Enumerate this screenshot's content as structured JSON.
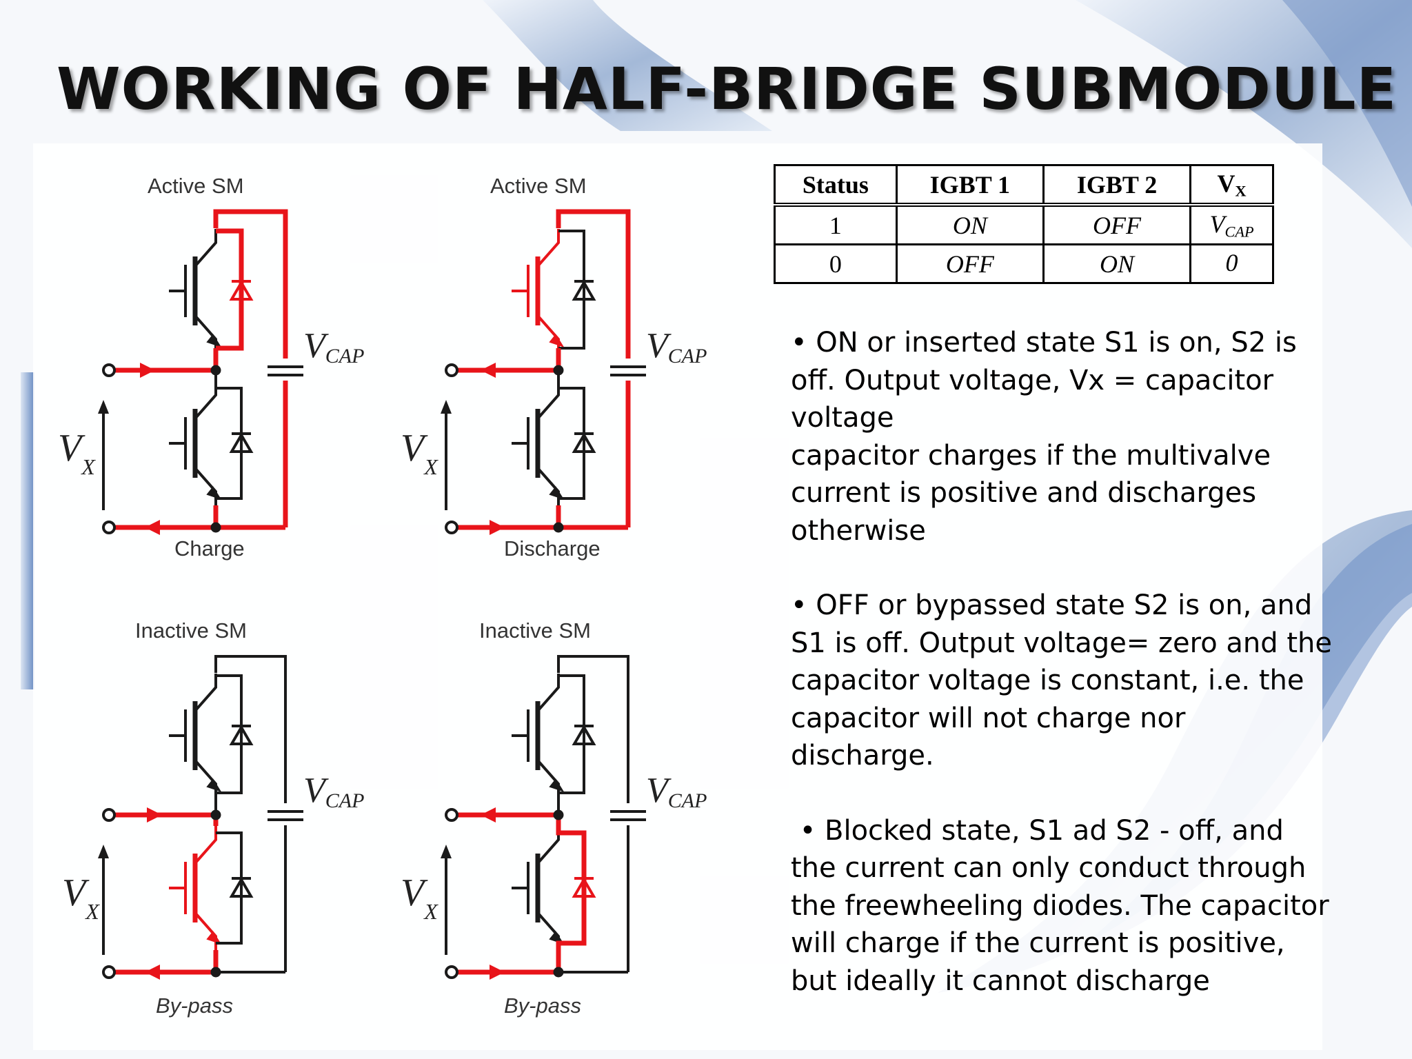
{
  "title": "WORKING OF HALF-BRIDGE SUBMODULE",
  "colors": {
    "conduction_path": "#e8141a",
    "circuit": "#1a1a1a",
    "title": "#111111"
  },
  "diagrams": [
    {
      "header": "Active SM",
      "caption": "Charge",
      "cap_label": "V",
      "cap_sub": "CAP",
      "out_label": "V",
      "out_sub": "X"
    },
    {
      "header": "Active SM",
      "caption": "Discharge",
      "cap_label": "V",
      "cap_sub": "CAP",
      "out_label": "V",
      "out_sub": "X"
    },
    {
      "header": "Inactive SM",
      "caption": "By-pass",
      "cap_label": "V",
      "cap_sub": "CAP",
      "out_label": "V",
      "out_sub": "X"
    },
    {
      "header": "Inactive SM",
      "caption": "By-pass",
      "cap_label": "V",
      "cap_sub": "CAP",
      "out_label": "V",
      "out_sub": "X"
    }
  ],
  "table": {
    "headers": [
      "Status",
      "IGBT 1",
      "IGBT 2",
      "V"
    ],
    "header_sub": "X",
    "rows": [
      {
        "status": "1",
        "igbt1": "ON",
        "igbt2": "OFF",
        "vx": "V",
        "vx_sub": "CAP"
      },
      {
        "status": "0",
        "igbt1": "OFF",
        "igbt2": "ON",
        "vx": "0",
        "vx_sub": ""
      }
    ]
  },
  "description": [
    [
      "• ON or inserted state S1 is on, S2 is",
      "off. Output voltage, Vx = capacitor",
      "voltage",
      "capacitor charges if the multivalve",
      "current is positive and discharges",
      "otherwise"
    ],
    [
      "• OFF or bypassed state S2 is on, and",
      "S1 is off. Output voltage= zero and the",
      "capacitor voltage is constant, i.e. the",
      "capacitor will not charge nor",
      "discharge."
    ],
    [
      " • Blocked state, S1 ad S2 - off, and",
      "the current can only conduct through",
      "the freewheeling diodes. The capacitor",
      "will charge if the current is positive,",
      "but ideally it cannot discharge"
    ]
  ]
}
